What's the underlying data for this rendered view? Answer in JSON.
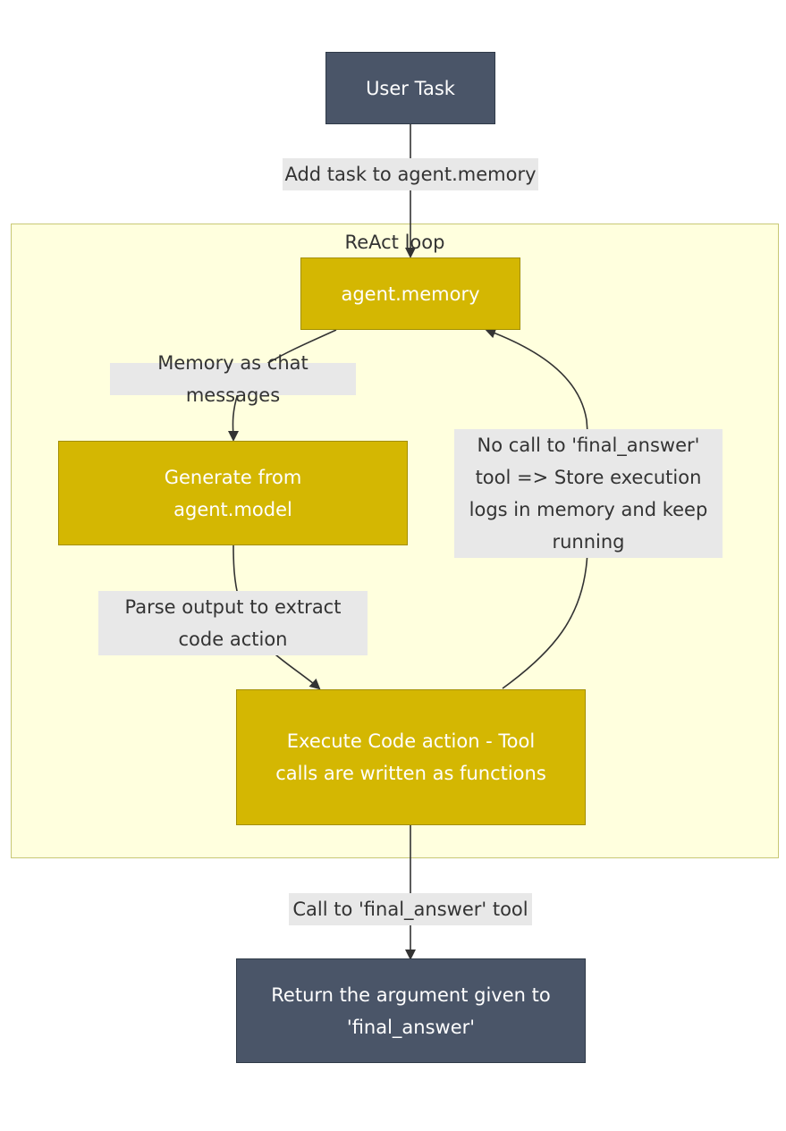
{
  "cluster": {
    "title": "ReAct loop"
  },
  "nodes": {
    "user_task": "User Task",
    "agent_memory": "agent.memory",
    "generate_model": "Generate from agent.model",
    "execute_code": "Execute Code action - Tool calls are written as functions",
    "return_argument": "Return the argument given to 'final_answer'"
  },
  "edges": {
    "add_task": "Add task to agent.memory",
    "memory_as_chat": "Memory as chat messages",
    "parse_output": "Parse output to extract code action",
    "no_final_answer": "No call to 'final_answer' tool => Store execution logs in memory and keep running",
    "call_final_answer": "Call to 'final_answer' tool"
  },
  "colors": {
    "dark_node": "#4a5568",
    "gold_node": "#d4b702",
    "cluster_fill": "#ffffde",
    "label_bg": "#e8e8e8",
    "edge": "#333333"
  }
}
